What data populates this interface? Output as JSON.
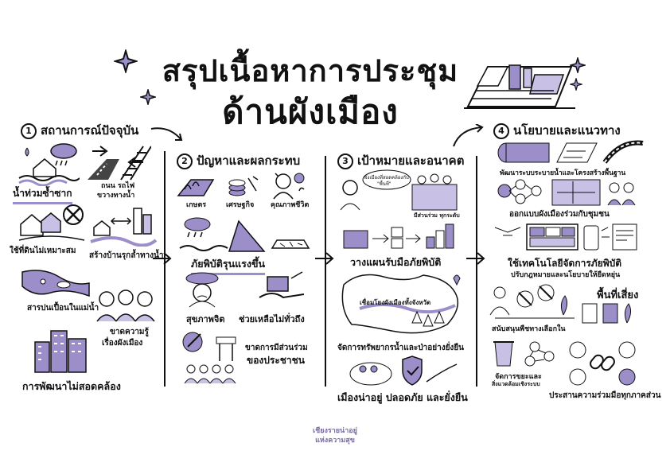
{
  "title": {
    "line1": "สรุปเนื้อหาการประชุม",
    "line2": "ด้านผังเมือง"
  },
  "sections": [
    {
      "num": "1",
      "title": "สถานการณ์ปัจจุบัน",
      "items": [
        "น้ำท่วมซ้ำซาก",
        "ถนน รถไฟ",
        "ขวางทางน้ำ",
        "ใช้ที่ดินไม่เหมาะสม",
        "สร้างบ้านรุกล้ำทางน้ำ",
        "สารปนเปื้อนในแม่น้ำ",
        "ขาดความรู้",
        "เรื่องผังเมือง",
        "การพัฒนาไม่สอดคล้อง"
      ]
    },
    {
      "num": "2",
      "title": "ปัญหาและผลกระทบ",
      "items": [
        "เกษตร",
        "เศรษฐกิจ",
        "คุณภาพชีวิต",
        "ภัยพิบัติรุนแรงขึ้น",
        "สุขภาพจิต",
        "ช่วยเหลือไม่ทั่วถึง",
        "ขาดการมีส่วนร่วม",
        "ของประชาชน"
      ]
    },
    {
      "num": "3",
      "title": "เป้าหมายและอนาคต",
      "items": [
        "ผังเมืองที่สอดคล้องกับ",
        "\"พื้นที่\"",
        "มีส่วนร่วม ทุกระดับ",
        "วางแผนรับมือภัยพิบัติ",
        "เชื่อมโยงผังเมืองทั้งจังหวัด",
        "จัดการทรัพยากรน้ำและป่าอย่างยั่งยืน",
        "เมืองน่าอยู่ ปลอดภัย และยั่งยืน"
      ]
    },
    {
      "num": "4",
      "title": "นโยบายและแนวทาง",
      "items": [
        "พัฒนาระบบระบายน้ำและโครงสร้างพื้นฐาน",
        "ออกแบบผังเมืองร่วมกับชุมชน",
        "ใช้เทคโนโลยีจัดการภัยพิบัติ",
        "ปรับกฎหมายและนโยบายให้ยืดหยุ่น",
        "พื้นที่เสี่ยง",
        "สนับสนุนพืชทางเลือกใน",
        "จัดการขยะและ",
        "สิ่งแวดล้อมเชิงระบบ",
        "ประสานความร่วมมือทุกภาคส่วน"
      ]
    }
  ],
  "logo": {
    "line1": "เชียงรายน่าอยู่",
    "line2": "แห่งความสุข"
  },
  "colors": {
    "accent": "#9b8ec9",
    "ink": "#111111",
    "wash": "#c9c0e6"
  },
  "icons": [
    "sparkle-icon",
    "city-map-icon",
    "arrow-icon"
  ]
}
